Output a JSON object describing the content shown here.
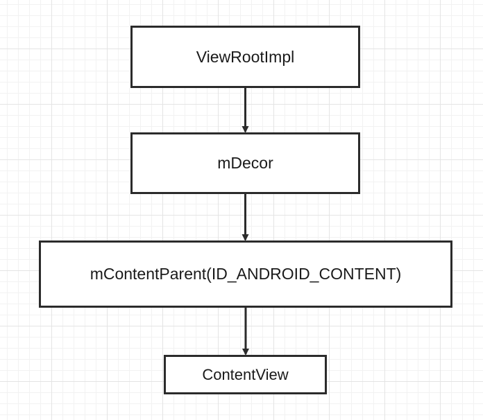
{
  "diagram": {
    "nodes": [
      {
        "id": "viewrootimpl",
        "label": "ViewRootImpl"
      },
      {
        "id": "mdecor",
        "label": "mDecor"
      },
      {
        "id": "mcontentparent",
        "label": "mContentParent(ID_ANDROID_CONTENT)"
      },
      {
        "id": "contentview",
        "label": "ContentView"
      }
    ],
    "edges": [
      {
        "from": "viewrootimpl",
        "to": "mdecor"
      },
      {
        "from": "mdecor",
        "to": "mcontentparent"
      },
      {
        "from": "mcontentparent",
        "to": "contentview"
      }
    ],
    "colors": {
      "stroke": "#2b2b2b",
      "background": "#ffffff",
      "grid": "#e4e4e4"
    }
  }
}
